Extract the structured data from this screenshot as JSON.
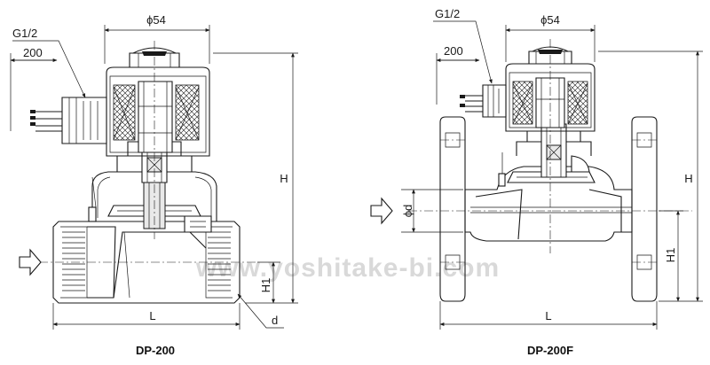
{
  "watermark": "www.yoshitake-bi.com",
  "left": {
    "caption": "DP-200",
    "labels": {
      "thread": "G1/2",
      "cable": "200",
      "diameter": "ϕ54",
      "height": "H",
      "h1": "H1",
      "length": "L",
      "port": "d"
    }
  },
  "right": {
    "caption": "DP-200F",
    "labels": {
      "thread": "G1/2",
      "cable": "200",
      "diameter": "ϕ54",
      "height": "H",
      "h1": "H1",
      "length": "L",
      "port": "ϕd"
    }
  }
}
